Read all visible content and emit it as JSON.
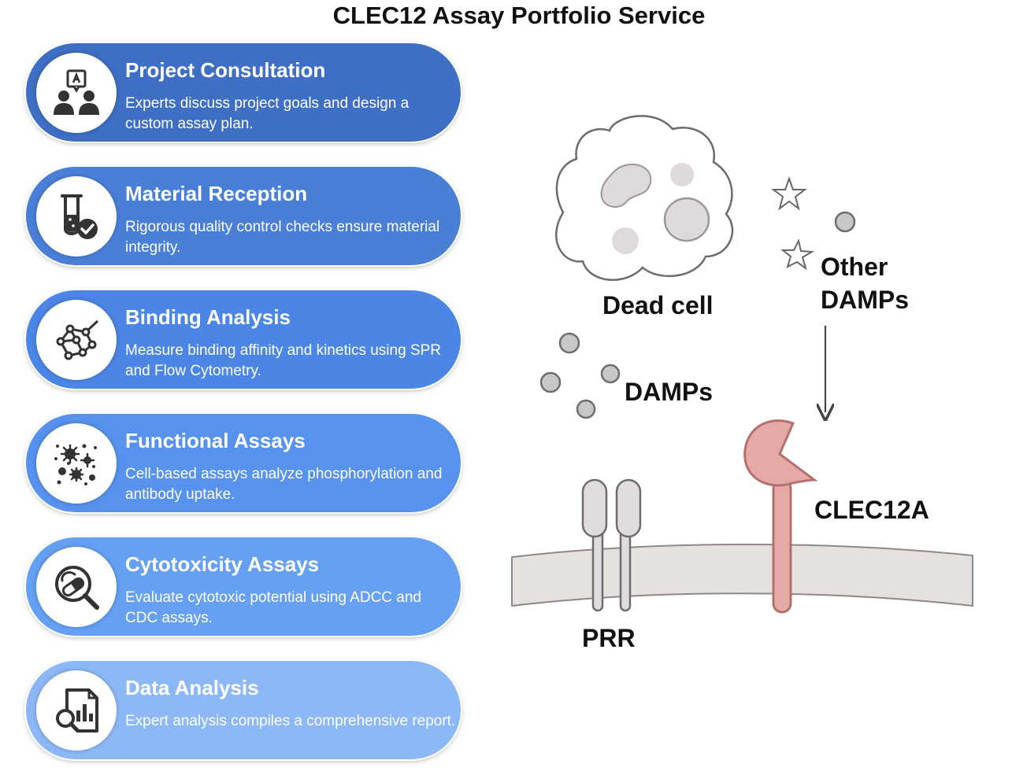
{
  "title": "CLEC12 Assay Portfolio Service",
  "steps": [
    {
      "title": "Project Consultation",
      "description": "Experts discuss project goals and design a custom assay plan.",
      "icon": "consultation-icon",
      "color": "#3f6fc4"
    },
    {
      "title": "Material Reception",
      "description": "Rigorous quality control checks ensure material integrity.",
      "icon": "test-tube-check-icon",
      "color": "#4a7fd8"
    },
    {
      "title": "Binding Analysis",
      "description": "Measure binding affinity and kinetics using SPR and Flow Cytometry.",
      "icon": "molecule-network-icon",
      "color": "#4b86e6"
    },
    {
      "title": "Functional Assays",
      "description": "Cell-based assays analyze phosphorylation and antibody uptake.",
      "icon": "cells-particles-icon",
      "color": "#5792ee"
    },
    {
      "title": "Cytotoxicity Assays",
      "description": "Evaluate cytotoxic potential using ADCC and CDC assays.",
      "icon": "pill-magnifier-icon",
      "color": "#65a0f3"
    },
    {
      "title": "Data Analysis",
      "description": "Expert analysis compiles a comprehensive report.",
      "icon": "report-analysis-icon",
      "color": "#8db8f7"
    }
  ],
  "diagram": {
    "dead_cell_label": "Dead cell",
    "other_damps_line1": "Other",
    "other_damps_line2": "DAMPs",
    "damps_label": "DAMPs",
    "clec12a_label": "CLEC12A",
    "prr_label": "PRR",
    "colors": {
      "membrane": "#e6e0de",
      "receptor": "#e5aaa7",
      "receptor_stroke": "#b4706d",
      "particle": "#c8c6c6",
      "prr": "#e1dcdc"
    }
  }
}
